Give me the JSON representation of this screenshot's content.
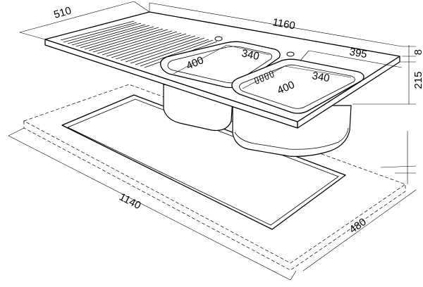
{
  "dimensions": {
    "sink_depth": "510",
    "sink_length": "1160",
    "bowl_large_width": "400",
    "bowl_large_depth": "340",
    "bowl_small_width": "400",
    "bowl_small_depth": "340",
    "bowl_offset": "395",
    "rim_height": "8",
    "bowl_height": "215",
    "cutout_length": "1140",
    "cutout_depth": "480"
  }
}
